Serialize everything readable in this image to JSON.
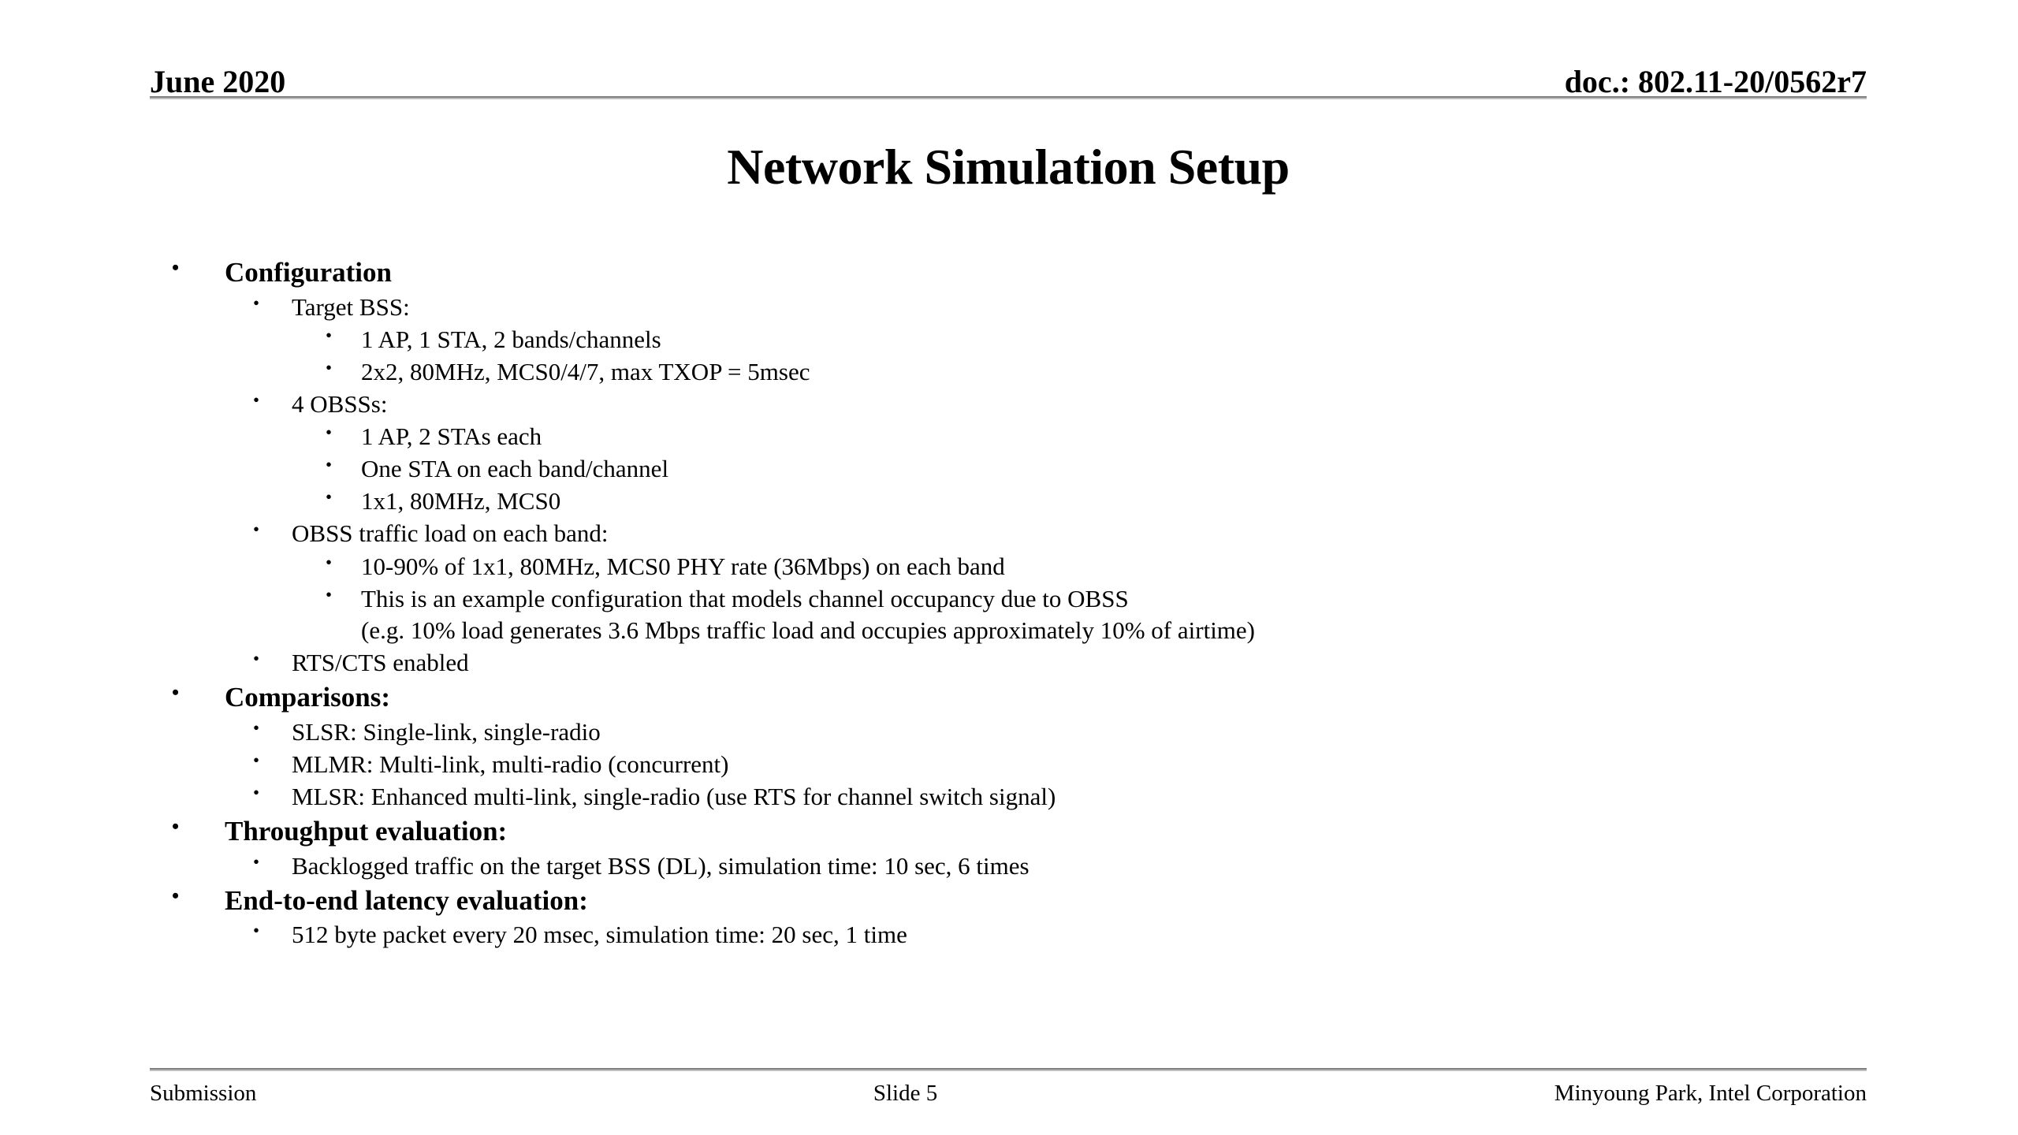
{
  "page": {
    "background": "#ffffff",
    "text_color": "#000000",
    "rule_color_top": "#808080",
    "rule_color_bottom": "#bfbfbf"
  },
  "header": {
    "date": "June 2020",
    "doc_number": "doc.: 802.11-20/0562r7"
  },
  "title": "Network Simulation Setup",
  "bullets": {
    "configuration": {
      "label": "Configuration",
      "target_bss": {
        "label": "Target BSS:",
        "items": [
          "1 AP, 1 STA, 2 bands/channels",
          "2x2, 80MHz, MCS0/4/7, max TXOP = 5msec"
        ]
      },
      "obsss": {
        "label": "4 OBSSs:",
        "items": [
          "1 AP, 2 STAs each",
          "One STA on each band/channel",
          "1x1, 80MHz, MCS0"
        ]
      },
      "obss_traffic": {
        "label": "OBSS traffic load on each band:",
        "items": [
          "10-90% of 1x1, 80MHz, MCS0 PHY rate (36Mbps) on each band"
        ],
        "example_line1": "This is an example configuration that models channel occupancy due to OBSS",
        "example_line2": "(e.g. 10% load generates 3.6 Mbps traffic load and occupies approximately 10% of airtime)"
      },
      "rts_cts": "RTS/CTS enabled"
    },
    "comparisons": {
      "label": "Comparisons:",
      "items": [
        "SLSR: Single-link, single-radio",
        "MLMR: Multi-link, multi-radio (concurrent)",
        "MLSR: Enhanced multi-link, single-radio (use RTS for channel switch signal)"
      ]
    },
    "throughput": {
      "label": "Throughput evaluation:",
      "items": [
        "Backlogged traffic on the target BSS (DL), simulation time: 10 sec, 6 times"
      ]
    },
    "latency": {
      "label": "End-to-end latency evaluation:",
      "items": [
        "512 byte packet every 20 msec, simulation time: 20 sec, 1 time"
      ]
    }
  },
  "bullet_glyph": "•",
  "footer": {
    "left": "Submission",
    "center": "Slide 5",
    "right": "Minyoung Park, Intel Corporation"
  }
}
